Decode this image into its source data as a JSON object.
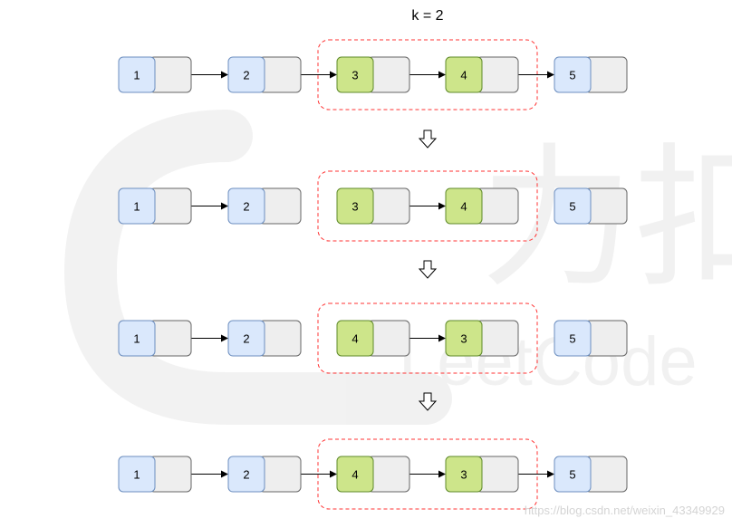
{
  "title": "k = 2",
  "watermark": {
    "logo_text": "力扣",
    "logo_subtext": "LeetCode",
    "url": "https://blog.csdn.net/weixin_43349929"
  },
  "colors": {
    "blue_fill": "#dae8fc",
    "blue_stroke": "#6c8ebf",
    "green_fill": "#cde58a",
    "green_stroke": "#5f8a2a",
    "next_fill": "#eeeeee",
    "next_stroke": "#666666",
    "group_border": "#ff3333",
    "arrow": "#000000"
  },
  "stages": [
    {
      "nodes": [
        {
          "value": "1",
          "color": "blue"
        },
        {
          "value": "2",
          "color": "blue"
        },
        {
          "value": "3",
          "color": "green"
        },
        {
          "value": "4",
          "color": "green"
        },
        {
          "value": "5",
          "color": "blue"
        }
      ],
      "links": [
        [
          0,
          1
        ],
        [
          1,
          2
        ],
        [
          2,
          3
        ],
        [
          3,
          4
        ]
      ]
    },
    {
      "nodes": [
        {
          "value": "1",
          "color": "blue"
        },
        {
          "value": "2",
          "color": "blue"
        },
        {
          "value": "3",
          "color": "green"
        },
        {
          "value": "4",
          "color": "green"
        },
        {
          "value": "5",
          "color": "blue"
        }
      ],
      "links": [
        [
          0,
          1
        ],
        [
          2,
          3
        ]
      ]
    },
    {
      "nodes": [
        {
          "value": "1",
          "color": "blue"
        },
        {
          "value": "2",
          "color": "blue"
        },
        {
          "value": "4",
          "color": "green"
        },
        {
          "value": "3",
          "color": "green"
        },
        {
          "value": "5",
          "color": "blue"
        }
      ],
      "links": [
        [
          0,
          1
        ],
        [
          2,
          3
        ]
      ]
    },
    {
      "nodes": [
        {
          "value": "1",
          "color": "blue"
        },
        {
          "value": "2",
          "color": "blue"
        },
        {
          "value": "4",
          "color": "green"
        },
        {
          "value": "3",
          "color": "green"
        },
        {
          "value": "5",
          "color": "blue"
        }
      ],
      "links": [
        [
          0,
          1
        ],
        [
          1,
          2
        ],
        [
          2,
          3
        ],
        [
          3,
          4
        ]
      ]
    }
  ],
  "group": {
    "from": 2,
    "to": 3
  }
}
